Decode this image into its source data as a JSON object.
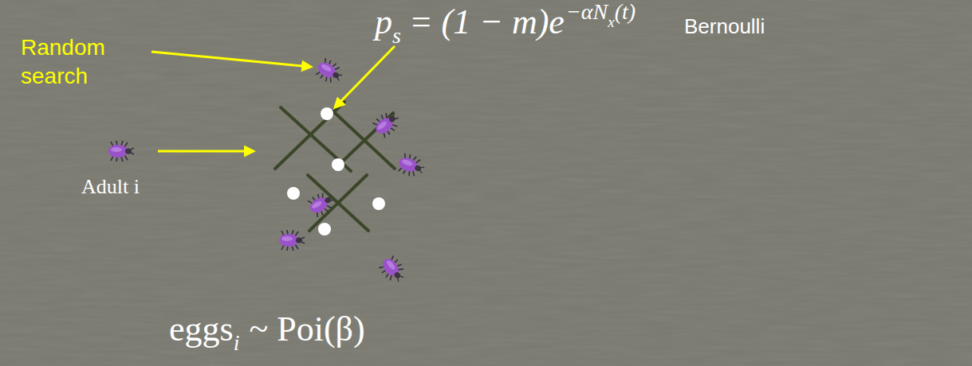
{
  "diagram": {
    "labels": [
      "Random search",
      "p",
      "s",
      "= (1 − m)e",
      "−αN",
      "x",
      "(t)",
      "Bernoulli",
      "Adult i",
      "eggs",
      "i",
      "~ Poi(β)"
    ]
  }
}
